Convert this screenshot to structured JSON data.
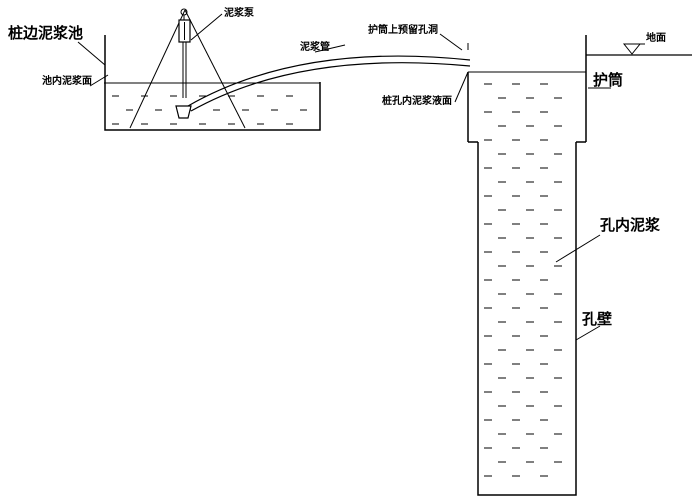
{
  "labels": {
    "pool": "桩边泥浆池",
    "pool_surface": "池内泥浆面",
    "pump": "泥浆泵",
    "pipe": "泥浆管",
    "casing_hole": "护筒上预留孔洞",
    "ground": "地面",
    "casing": "护筒",
    "pile_surface": "桩孔内泥浆液面",
    "hole_slurry": "孔内泥浆",
    "hole_wall": "孔壁"
  },
  "colors": {
    "line": "#000000",
    "background": "#ffffff"
  }
}
